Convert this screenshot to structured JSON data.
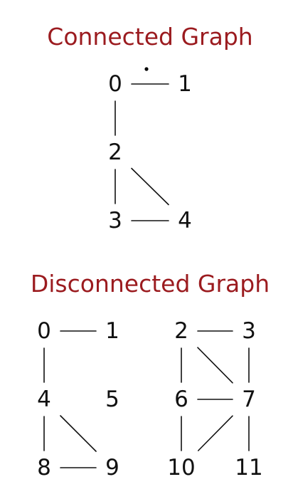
{
  "colors": {
    "title": "#9b1b1f",
    "ink": "#111111",
    "background": "#ffffff"
  },
  "connected_graph": {
    "title": "Connected Graph",
    "nodes": [
      {
        "id": "0",
        "label": "0"
      },
      {
        "id": "1",
        "label": "1"
      },
      {
        "id": "2",
        "label": "2"
      },
      {
        "id": "3",
        "label": "3"
      },
      {
        "id": "4",
        "label": "4"
      }
    ],
    "edges": [
      [
        "0",
        "1"
      ],
      [
        "0",
        "2"
      ],
      [
        "2",
        "3"
      ],
      [
        "2",
        "4"
      ],
      [
        "3",
        "4"
      ]
    ]
  },
  "disconnected_graph": {
    "title": "Disconnected Graph",
    "nodes": [
      {
        "id": "0",
        "label": "0"
      },
      {
        "id": "1",
        "label": "1"
      },
      {
        "id": "2",
        "label": "2"
      },
      {
        "id": "3",
        "label": "3"
      },
      {
        "id": "4",
        "label": "4"
      },
      {
        "id": "5",
        "label": "5"
      },
      {
        "id": "6",
        "label": "6"
      },
      {
        "id": "7",
        "label": "7"
      },
      {
        "id": "8",
        "label": "8"
      },
      {
        "id": "9",
        "label": "9"
      },
      {
        "id": "10",
        "label": "10"
      },
      {
        "id": "11",
        "label": "11"
      }
    ],
    "edges": [
      [
        "0",
        "1"
      ],
      [
        "0",
        "4"
      ],
      [
        "4",
        "8"
      ],
      [
        "4",
        "9"
      ],
      [
        "8",
        "9"
      ],
      [
        "2",
        "3"
      ],
      [
        "2",
        "6"
      ],
      [
        "2",
        "7"
      ],
      [
        "3",
        "7"
      ],
      [
        "6",
        "7"
      ],
      [
        "6",
        "10"
      ],
      [
        "7",
        "10"
      ],
      [
        "7",
        "11"
      ]
    ]
  }
}
